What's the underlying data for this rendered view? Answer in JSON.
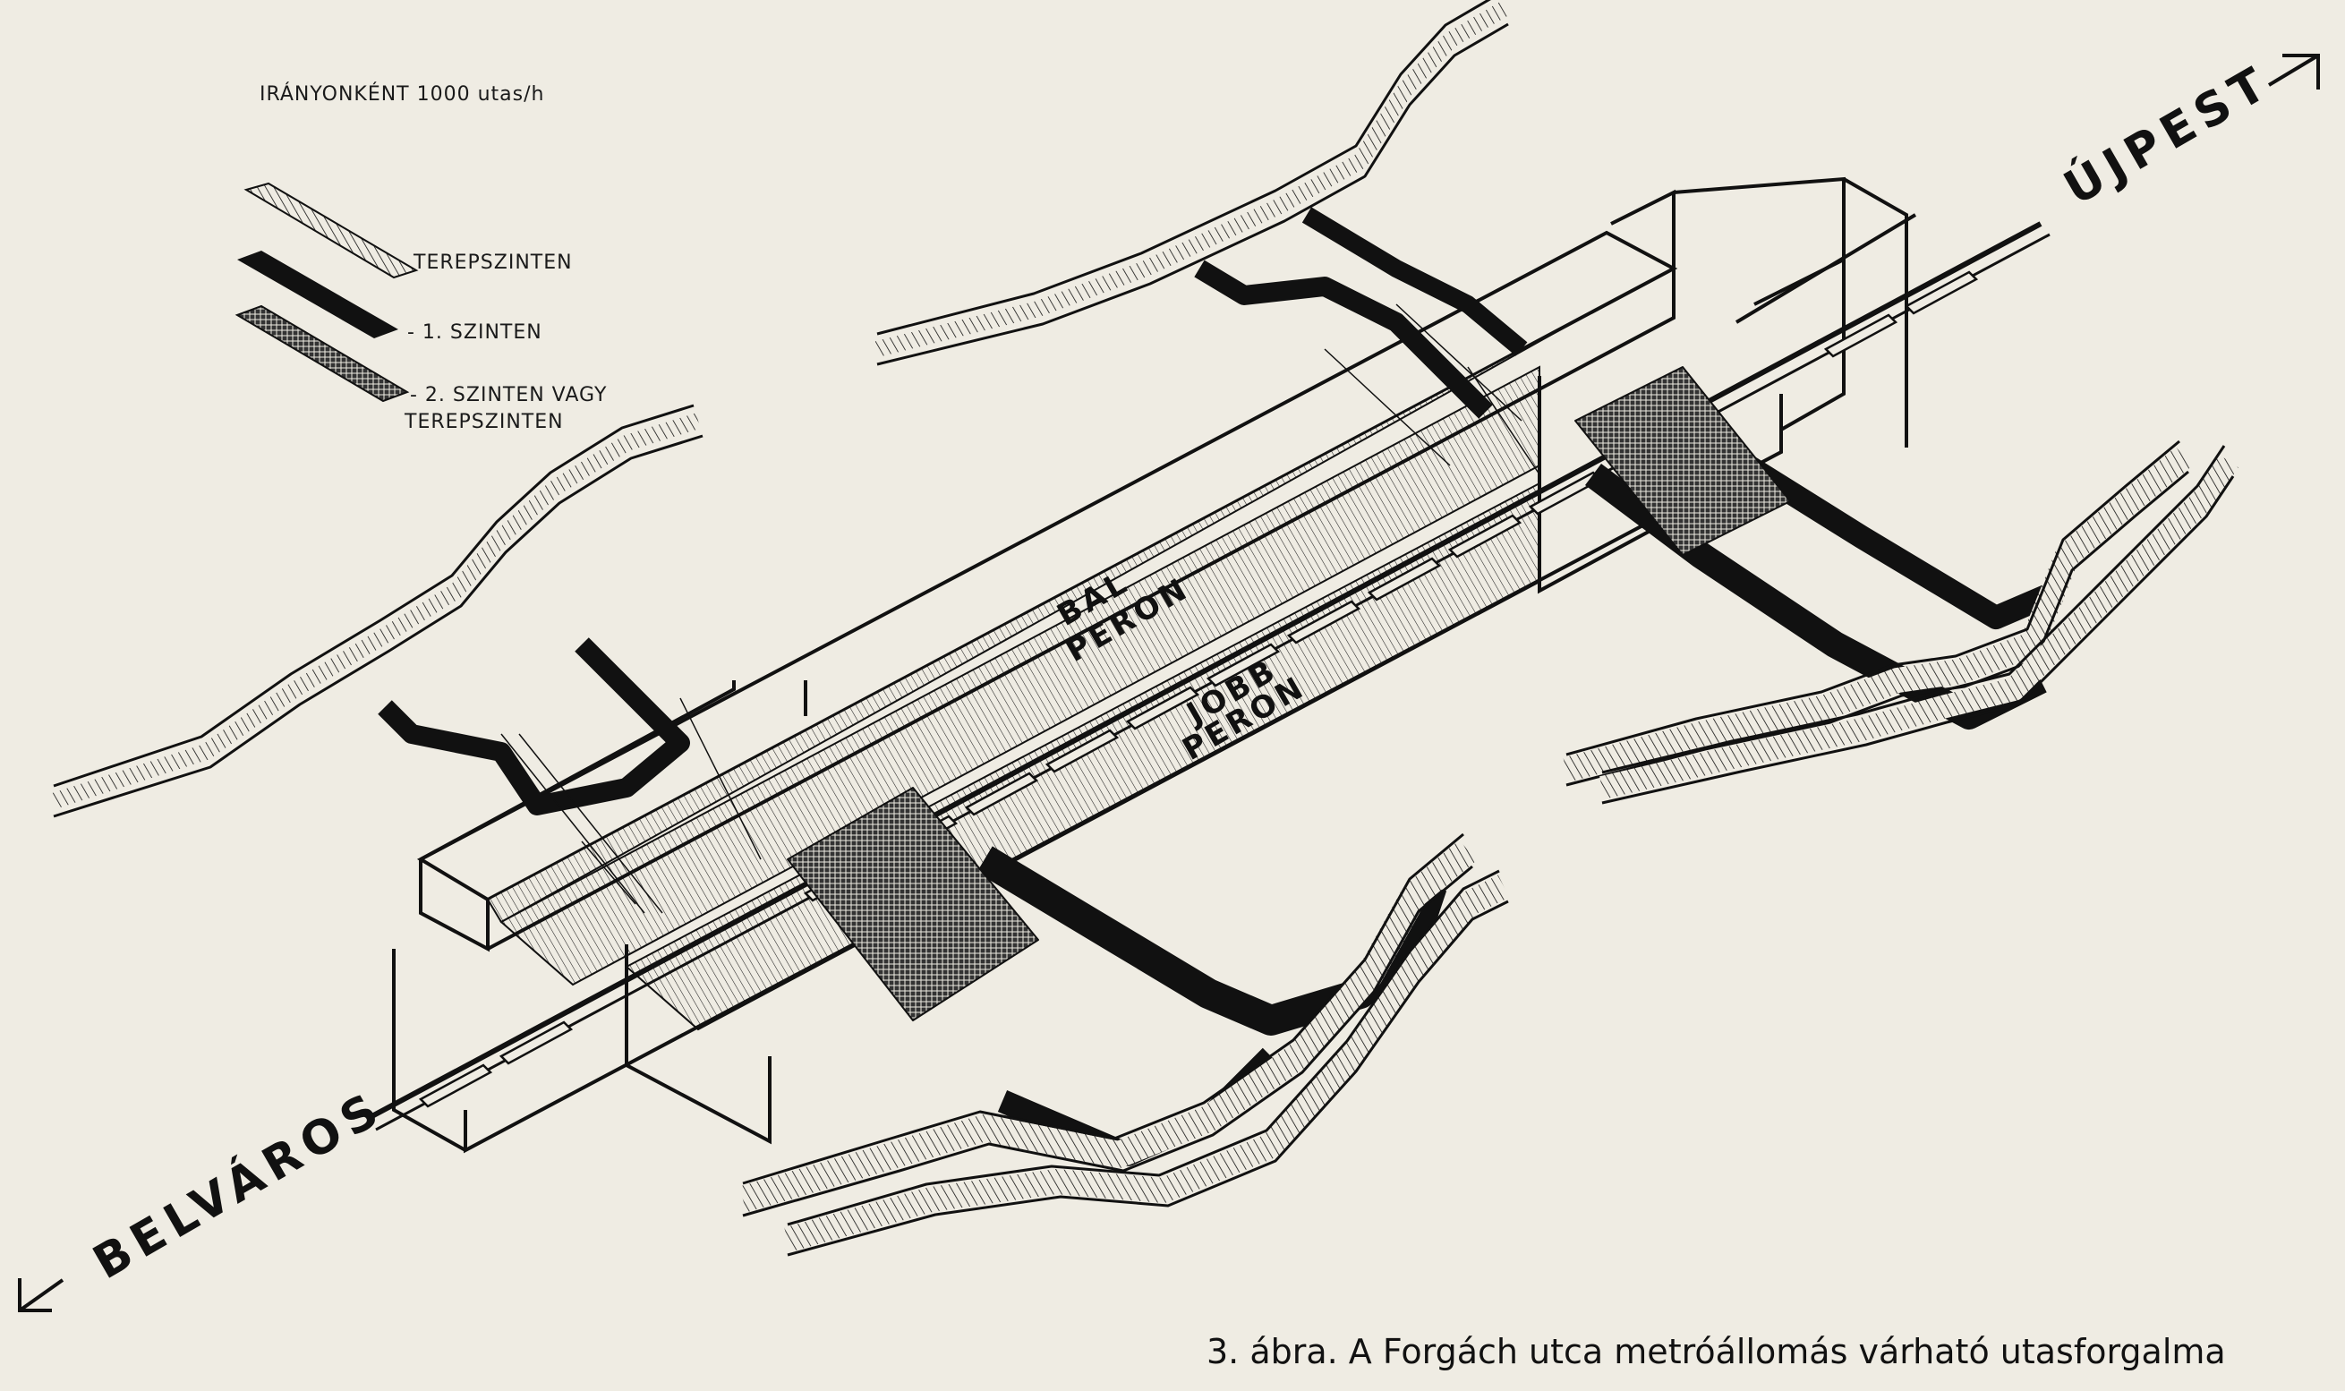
{
  "legend": {
    "title": "IRÁNYONKÉNT 1000 utas/h",
    "items": [
      {
        "label": "TEREPSZINTEN",
        "pattern": "hatch-light"
      },
      {
        "label": "- 1. SZINTEN",
        "pattern": "solid"
      },
      {
        "label": "- 2. SZINTEN VAGY",
        "label_line2": "TEREPSZINTEN",
        "pattern": "hatch-dense"
      }
    ]
  },
  "directions": {
    "left": "BELVÁROS",
    "right": "ÚJPEST"
  },
  "platforms": {
    "left_line1": "BAL",
    "left_line2": "PERON",
    "right_line1": "JOBB",
    "right_line2": "PERON"
  },
  "caption": "3. ábra. A Forgách utca metróállomás várható utasforgalma",
  "colors": {
    "paper": "#efece3",
    "ink": "#111111"
  }
}
